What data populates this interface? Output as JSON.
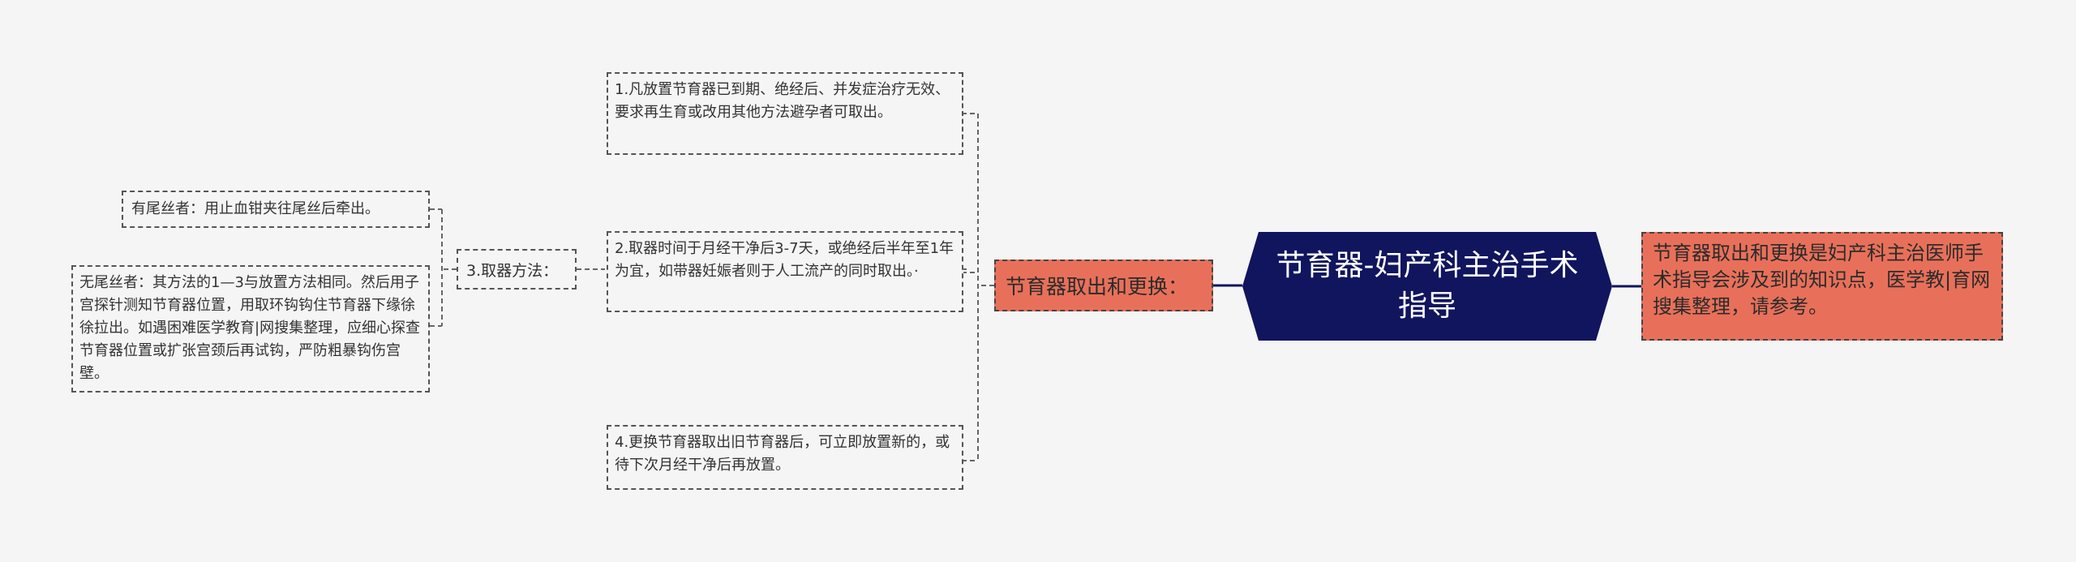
{
  "diagram": {
    "root": {
      "label": "节育器-妇产科主治手术指导"
    },
    "summary": {
      "label": "节育器取出和更换是妇产科主治医师手术指导会涉及到的知识点，医学教|育网搜集整理，请参考。"
    },
    "branch": {
      "label": "节育器取出和更换："
    },
    "items": [
      {
        "label": "1.凡放置节育器已到期、绝经后、并发症治疗无效、要求再生育或改用其他方法避孕者可取出。"
      },
      {
        "label": "2.取器时间于月经干净后3-7天，或绝经后半年至1年为宜，如带器妊娠者则于人工流产的同时取出。·"
      },
      {
        "label": "3.取器方法："
      },
      {
        "label": "4.更换节育器取出旧节育器后，可立即放置新的，或待下次月经干净后再放置。"
      }
    ],
    "method_children": [
      {
        "label": "有尾丝者：用止血钳夹往尾丝后牵出。"
      },
      {
        "label": "无尾丝者：其方法的1—3与放置方法相同。然后用子宫探针测知节育器位置，用取环钩钩住节育器下缘徐徐拉出。如遇困难医学教育|网搜集整理，应细心探查节育器位置或扩张宫颈后再试钩，严防粗暴钩伤宫壁。"
      }
    ],
    "colors": {
      "background": "#f5f5f5",
      "root_fill": "#10155e",
      "branch_fill": "#e8705a",
      "line": "#555555"
    }
  }
}
